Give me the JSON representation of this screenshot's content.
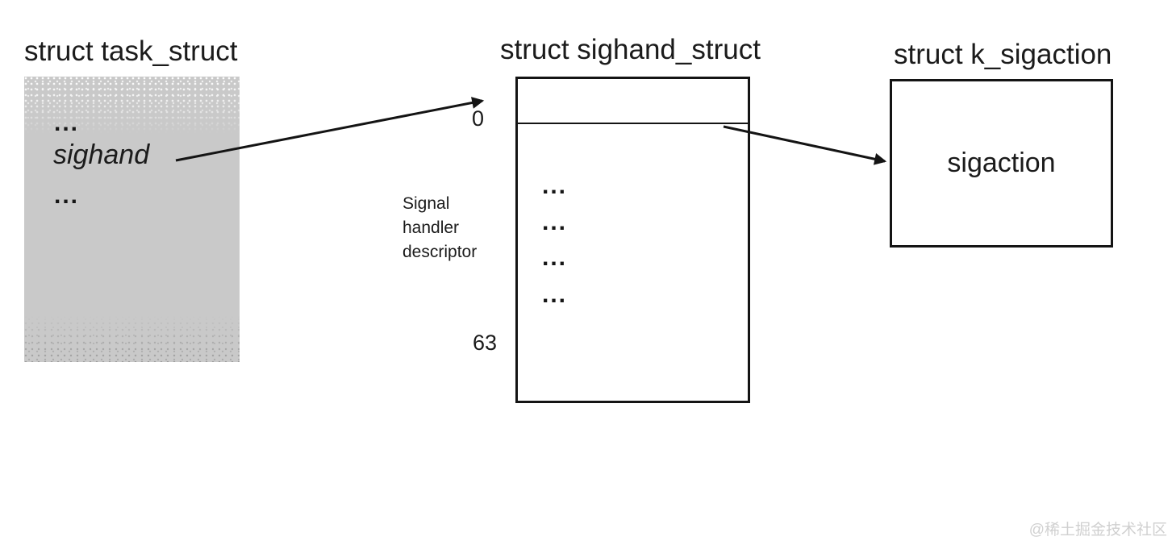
{
  "task_struct": {
    "title": "struct task_struct",
    "ellipsis_top": "...",
    "field_sighand": "sighand",
    "ellipsis_bottom": "..."
  },
  "sighand_struct": {
    "title": "struct sighand_struct",
    "index_first": "0",
    "index_last": "63",
    "side_label_lines": [
      "Signal",
      "handler",
      "descriptor"
    ],
    "ellipses": [
      "...",
      "...",
      "...",
      "..."
    ]
  },
  "k_sigaction": {
    "title": "struct k_sigaction",
    "content": "sigaction"
  },
  "watermark": "@稀土掘金技术社区",
  "colors": {
    "task_struct_fill": "#c9c9c9",
    "line_color": "#141414",
    "text_color": "#1b1b1b",
    "watermark_color": "#d0d0d0",
    "background": "#ffffff"
  }
}
